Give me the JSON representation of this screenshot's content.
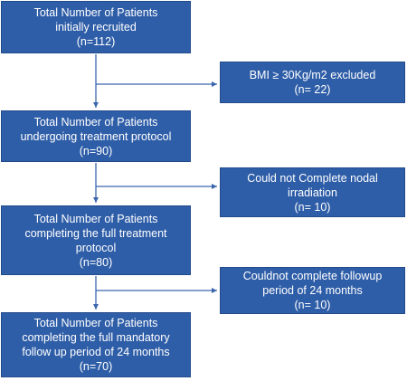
{
  "flowchart": {
    "main_boxes": [
      {
        "id": "recruited",
        "lines": [
          "Total Number of Patients",
          "initially recruited",
          "(n=112)"
        ]
      },
      {
        "id": "treatment",
        "lines": [
          "Total Number of Patients",
          "undergoing treatment protocol",
          "(n=90)"
        ]
      },
      {
        "id": "completing",
        "lines": [
          "Total Number of Patients",
          "completing the full treatment",
          "protocol",
          "(n=80)"
        ]
      },
      {
        "id": "followup",
        "lines": [
          "Total Number of Patients",
          "completing the full mandatory",
          "follow up period of 24 months",
          "(n=70)"
        ]
      }
    ],
    "exclusion_boxes": [
      {
        "id": "bmi",
        "lines": [
          "BMI ≥ 30Kg/m2  excluded",
          "(n= 22)"
        ]
      },
      {
        "id": "nodal",
        "lines": [
          "Could not Complete nodal",
          "irradiation",
          "(n= 10)"
        ]
      },
      {
        "id": "period",
        "lines": [
          "Couldnot complete followup",
          "period of 24 months",
          "(n= 10)"
        ]
      }
    ],
    "colors": {
      "box_fill": "#2f5ea8",
      "box_border": "#234b8c",
      "text": "#ffffff",
      "connector": "#3a66ad"
    }
  }
}
